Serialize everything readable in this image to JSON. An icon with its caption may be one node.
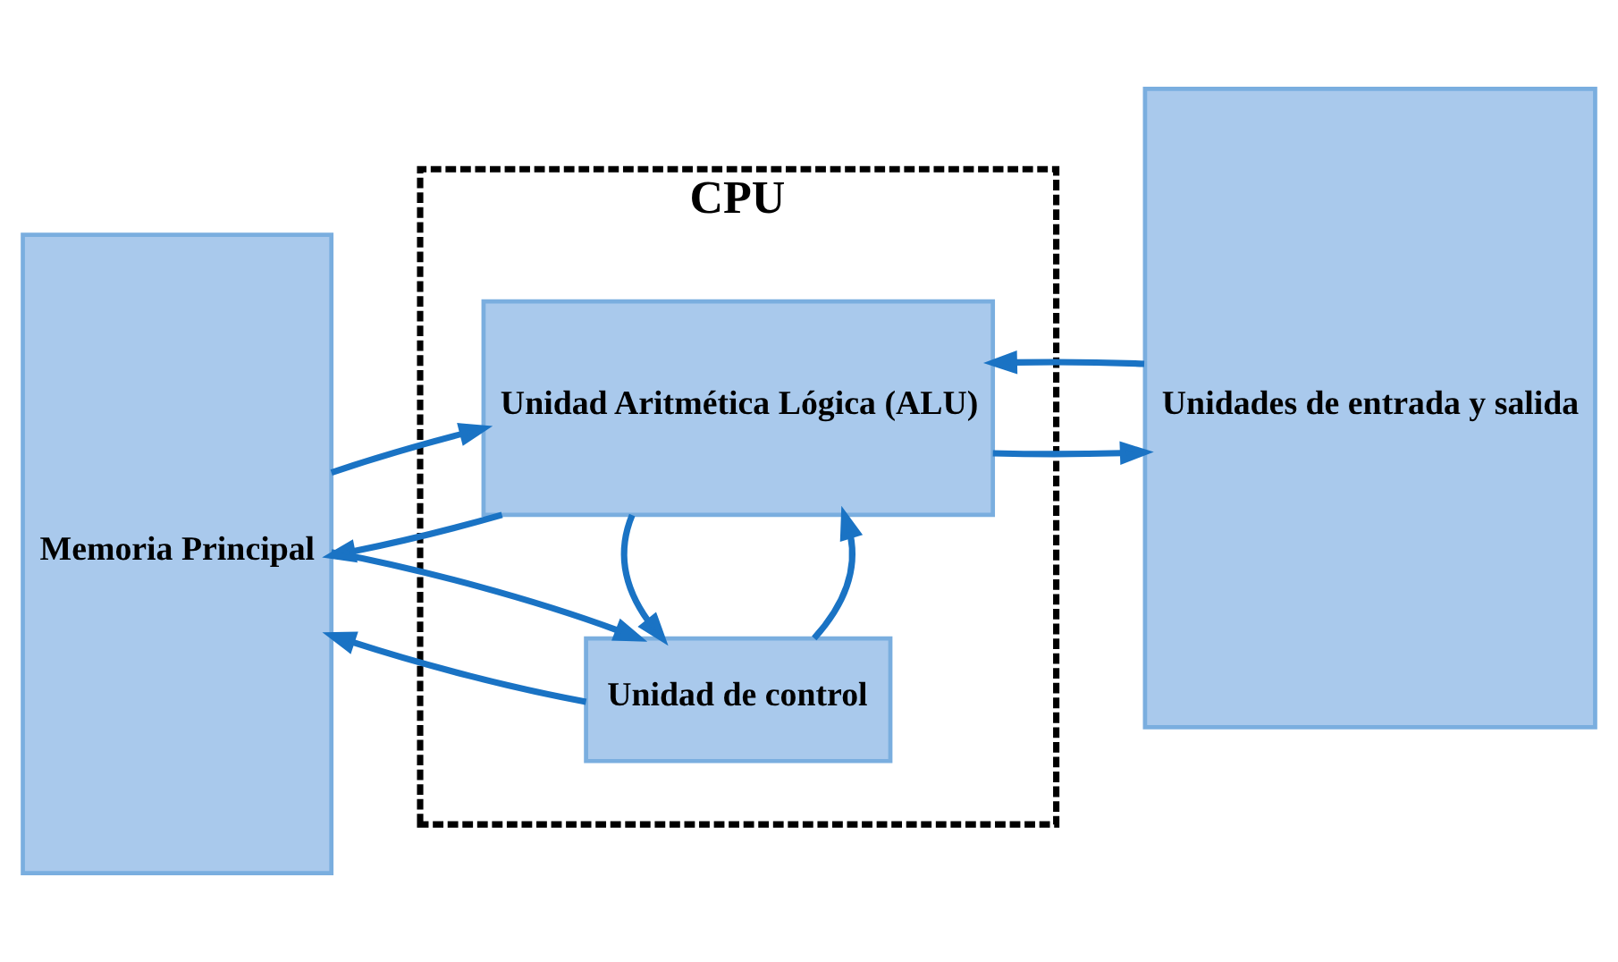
{
  "diagram": {
    "nodes": [
      {
        "text": [
          "Memoria Principal"
        ]
      },
      {
        "text": [
          "CPU"
        ]
      },
      {
        "text": [
          "Unidad Aritmética Lógica (ALU)"
        ],
        "in": 1
      },
      {
        "text": [
          "Unidad de control"
        ],
        "in": 1
      },
      {
        "text": [
          "Unidades de entrada y salida"
        ]
      }
    ],
    "edges": [
      {
        "from": 0,
        "to": 2,
        "arrow": "to"
      },
      {
        "from": 2,
        "to": 0,
        "arrow": "to"
      },
      {
        "from": 2,
        "to": 4,
        "arrow": "to"
      },
      {
        "from": 4,
        "to": 2,
        "arrow": "to"
      },
      {
        "from": 3,
        "to": 2,
        "arrow": "to"
      },
      {
        "from": 2,
        "to": 3,
        "arrow": "to"
      },
      {
        "from": 0,
        "to": 3,
        "arrow": "to"
      },
      {
        "from": 3,
        "to": 0,
        "arrow": "to"
      }
    ]
  }
}
